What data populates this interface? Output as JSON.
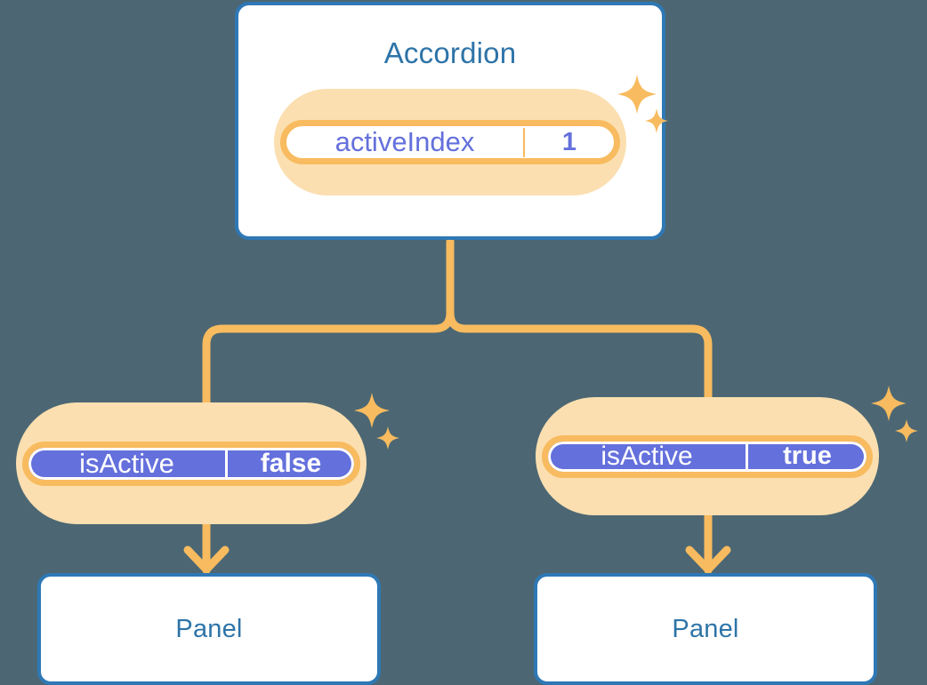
{
  "theme": {
    "background": "#4c6773",
    "card_fill": "#ffffff",
    "card_border": "#2e78b5",
    "title_text": "#2e74a8",
    "accent_orange": "#f8bb5f",
    "accent_orange_pale": "#fbdfb0",
    "state_purple": "#6470dc",
    "state_text_light": "#ffffff",
    "connector": "#f8bb5f"
  },
  "diagram": {
    "type": "component-state-tree",
    "root": {
      "name": "root-component-card",
      "title": "Accordion",
      "state": {
        "key": "activeIndex",
        "value": "1",
        "style": "light",
        "highlighted": true
      },
      "sparkle": {
        "name": "sparkle-root",
        "large": true,
        "small": true
      }
    },
    "children": [
      {
        "name": "child-left",
        "state": {
          "key": "isActive",
          "value": "false",
          "style": "solid",
          "highlighted": true
        },
        "sparkle": {
          "name": "sparkle-left-pill",
          "large": true,
          "small": true
        },
        "card": {
          "title": "Panel"
        }
      },
      {
        "name": "child-right",
        "state": {
          "key": "isActive",
          "value": "true",
          "style": "solid",
          "highlighted": true
        },
        "sparkle": {
          "name": "sparkle-right-pill",
          "large": true,
          "small": true
        },
        "card": {
          "title": "Panel"
        }
      }
    ],
    "connectors": [
      {
        "name": "root-to-branch-stem",
        "from": "root-component-card",
        "to": "branch-junction"
      },
      {
        "name": "branch-to-left-state",
        "from": "branch-junction",
        "to": "child-left-state"
      },
      {
        "name": "branch-to-right-state",
        "from": "branch-junction",
        "to": "child-right-state"
      },
      {
        "name": "left-state-to-panel-arrow",
        "from": "child-left-state",
        "to": "panel-left",
        "arrow": true
      },
      {
        "name": "right-state-to-panel-arrow",
        "from": "child-right-state",
        "to": "panel-right",
        "arrow": true
      }
    ]
  }
}
